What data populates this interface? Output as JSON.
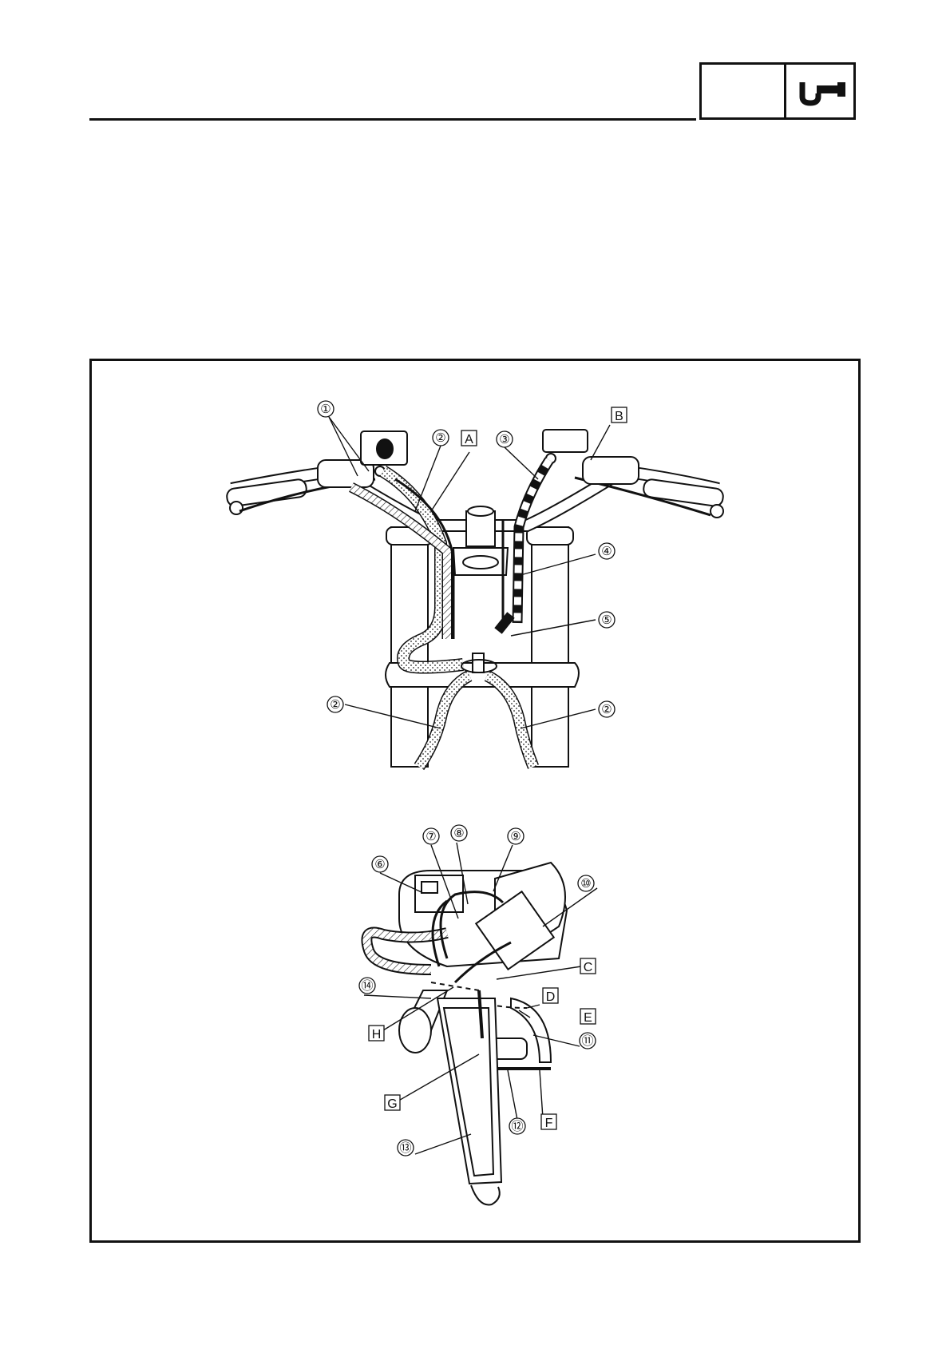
{
  "header": {
    "tab_icon": "caliper-wrench-icon"
  },
  "figure": {
    "top_callouts": [
      "①",
      "②",
      "③",
      "④",
      "⑤",
      "②",
      "②"
    ],
    "top_boxes": [
      "A",
      "B"
    ],
    "bottom_callouts": [
      "⑥",
      "⑦",
      "⑧",
      "⑨",
      "⑩",
      "⑪",
      "⑫",
      "⑬",
      "⑭"
    ],
    "bottom_boxes": [
      "C",
      "D",
      "E",
      "F",
      "G",
      "H"
    ]
  }
}
